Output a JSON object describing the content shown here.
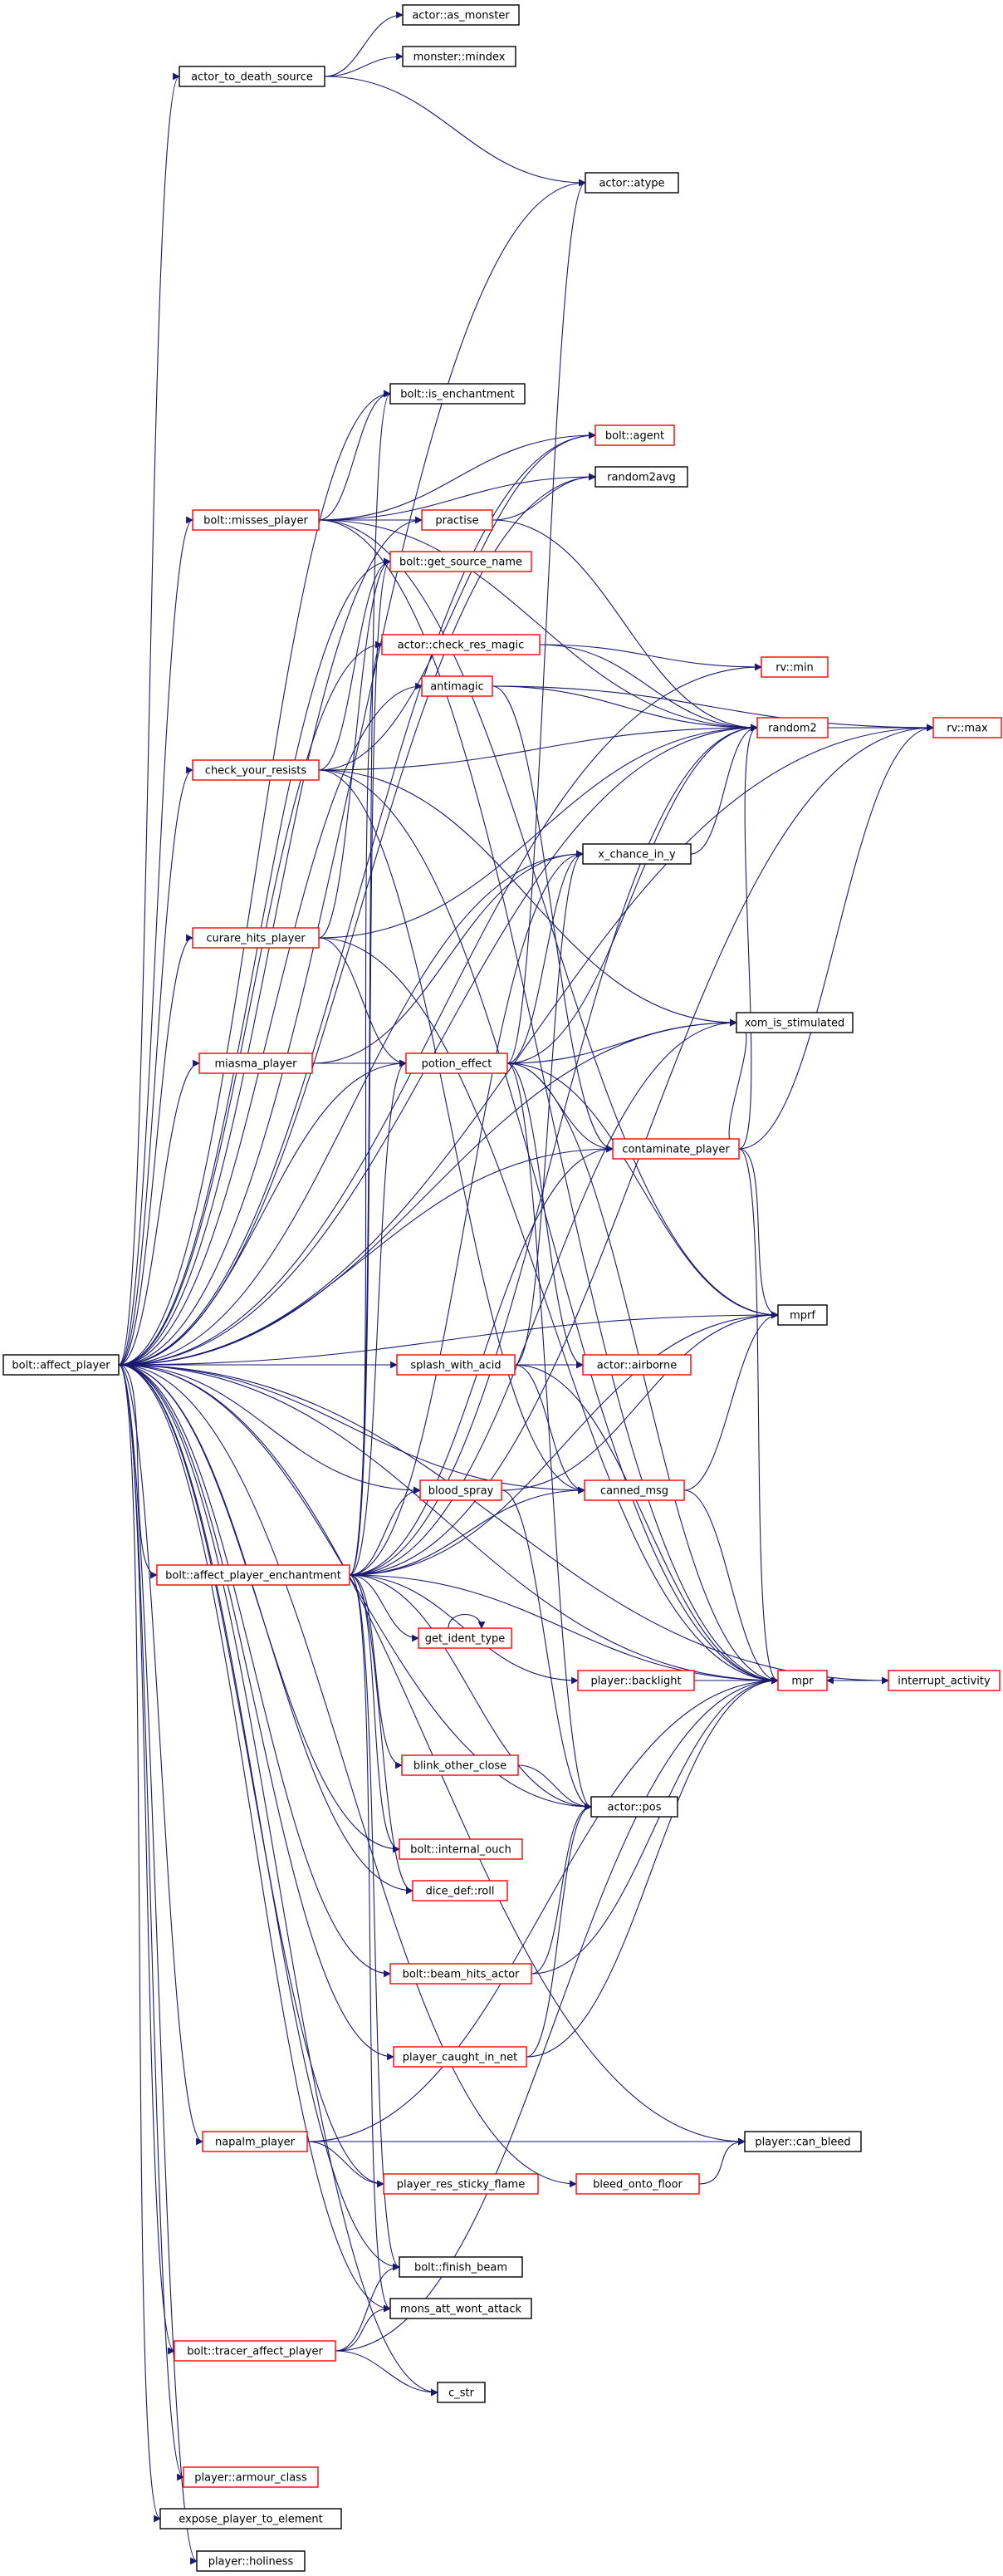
{
  "colors": {
    "edge": "#191970",
    "border_red": "#ff0000",
    "border_black": "#000000",
    "root_fill": "#bfbfbf"
  },
  "nodes": [
    {
      "id": "affect_player",
      "label": "bolt::affect_player",
      "border": "black",
      "fill": "grey"
    },
    {
      "id": "actor_to_death_source",
      "label": "actor_to_death_source",
      "border": "black"
    },
    {
      "id": "as_monster",
      "label": "actor::as_monster",
      "border": "black"
    },
    {
      "id": "mindex",
      "label": "monster::mindex",
      "border": "black"
    },
    {
      "id": "atype",
      "label": "actor::atype",
      "border": "black"
    },
    {
      "id": "is_enchantment",
      "label": "bolt::is_enchantment",
      "border": "black"
    },
    {
      "id": "agent",
      "label": "bolt::agent",
      "border": "red"
    },
    {
      "id": "random2avg",
      "label": "random2avg",
      "border": "black"
    },
    {
      "id": "misses_player",
      "label": "bolt::misses_player",
      "border": "red"
    },
    {
      "id": "practise",
      "label": "practise",
      "border": "red"
    },
    {
      "id": "get_source_name",
      "label": "bolt::get_source_name",
      "border": "red"
    },
    {
      "id": "check_res_magic",
      "label": "actor::check_res_magic",
      "border": "red"
    },
    {
      "id": "rv_min",
      "label": "rv::min",
      "border": "red"
    },
    {
      "id": "antimagic",
      "label": "antimagic",
      "border": "red"
    },
    {
      "id": "random2",
      "label": "random2",
      "border": "red"
    },
    {
      "id": "rv_max",
      "label": "rv::max",
      "border": "red"
    },
    {
      "id": "check_your_resists",
      "label": "check_your_resists",
      "border": "red"
    },
    {
      "id": "x_chance_in_y",
      "label": "x_chance_in_y",
      "border": "black"
    },
    {
      "id": "curare_hits_player",
      "label": "curare_hits_player",
      "border": "red"
    },
    {
      "id": "xom_is_stimulated",
      "label": "xom_is_stimulated",
      "border": "black"
    },
    {
      "id": "miasma_player",
      "label": "miasma_player",
      "border": "red"
    },
    {
      "id": "potion_effect",
      "label": "potion_effect",
      "border": "red"
    },
    {
      "id": "contaminate_player",
      "label": "contaminate_player",
      "border": "red"
    },
    {
      "id": "mprf",
      "label": "mprf",
      "border": "black"
    },
    {
      "id": "splash_with_acid",
      "label": "splash_with_acid",
      "border": "red"
    },
    {
      "id": "airborne",
      "label": "actor::airborne",
      "border": "red"
    },
    {
      "id": "blood_spray",
      "label": "blood_spray",
      "border": "red"
    },
    {
      "id": "canned_msg",
      "label": "canned_msg",
      "border": "red"
    },
    {
      "id": "affect_player_enchantment",
      "label": "bolt::affect_player_enchantment",
      "border": "red"
    },
    {
      "id": "get_ident_type",
      "label": "get_ident_type",
      "border": "red"
    },
    {
      "id": "backlight",
      "label": "player::backlight",
      "border": "red"
    },
    {
      "id": "mpr",
      "label": "mpr",
      "border": "red"
    },
    {
      "id": "interrupt_activity",
      "label": "interrupt_activity",
      "border": "red"
    },
    {
      "id": "blink_other_close",
      "label": "blink_other_close",
      "border": "red"
    },
    {
      "id": "actor_pos",
      "label": "actor::pos",
      "border": "black"
    },
    {
      "id": "internal_ouch",
      "label": "bolt::internal_ouch",
      "border": "red"
    },
    {
      "id": "dice_def_roll",
      "label": "dice_def::roll",
      "border": "red"
    },
    {
      "id": "beam_hits_actor",
      "label": "bolt::beam_hits_actor",
      "border": "red"
    },
    {
      "id": "player_caught_in_net",
      "label": "player_caught_in_net",
      "border": "red"
    },
    {
      "id": "napalm_player",
      "label": "napalm_player",
      "border": "red"
    },
    {
      "id": "can_bleed",
      "label": "player::can_bleed",
      "border": "black"
    },
    {
      "id": "sticky_flame",
      "label": "player_res_sticky_flame",
      "border": "red"
    },
    {
      "id": "bleed_onto_floor",
      "label": "bleed_onto_floor",
      "border": "red"
    },
    {
      "id": "finish_beam",
      "label": "bolt::finish_beam",
      "border": "black"
    },
    {
      "id": "mons_att_wont_attack",
      "label": "mons_att_wont_attack",
      "border": "black"
    },
    {
      "id": "tracer_affect_player",
      "label": "bolt::tracer_affect_player",
      "border": "red"
    },
    {
      "id": "c_str",
      "label": "c_str",
      "border": "black"
    },
    {
      "id": "armour_class",
      "label": "player::armour_class",
      "border": "red"
    },
    {
      "id": "expose_player",
      "label": "expose_player_to_element",
      "border": "black"
    },
    {
      "id": "holiness",
      "label": "player::holiness",
      "border": "black"
    }
  ],
  "edges": [
    [
      "affect_player",
      "actor_to_death_source"
    ],
    [
      "affect_player",
      "atype"
    ],
    [
      "affect_player",
      "rv_max"
    ],
    [
      "affect_player",
      "agent"
    ],
    [
      "affect_player",
      "rv_min"
    ],
    [
      "affect_player",
      "is_enchantment"
    ],
    [
      "affect_player",
      "random2avg"
    ],
    [
      "affect_player",
      "misses_player"
    ],
    [
      "affect_player",
      "practise"
    ],
    [
      "affect_player",
      "get_source_name"
    ],
    [
      "affect_player",
      "check_res_magic"
    ],
    [
      "affect_player",
      "antimagic"
    ],
    [
      "affect_player",
      "random2"
    ],
    [
      "affect_player",
      "check_your_resists"
    ],
    [
      "affect_player",
      "x_chance_in_y"
    ],
    [
      "affect_player",
      "curare_hits_player"
    ],
    [
      "affect_player",
      "xom_is_stimulated"
    ],
    [
      "affect_player",
      "miasma_player"
    ],
    [
      "affect_player",
      "potion_effect"
    ],
    [
      "affect_player",
      "contaminate_player"
    ],
    [
      "affect_player",
      "mprf"
    ],
    [
      "affect_player",
      "splash_with_acid"
    ],
    [
      "affect_player",
      "airborne"
    ],
    [
      "affect_player",
      "blood_spray"
    ],
    [
      "affect_player",
      "canned_msg"
    ],
    [
      "affect_player",
      "affect_player_enchantment"
    ],
    [
      "affect_player",
      "mpr"
    ],
    [
      "affect_player",
      "internal_ouch"
    ],
    [
      "affect_player",
      "dice_def_roll"
    ],
    [
      "affect_player",
      "actor_pos"
    ],
    [
      "affect_player",
      "beam_hits_actor"
    ],
    [
      "affect_player",
      "player_caught_in_net"
    ],
    [
      "affect_player",
      "napalm_player"
    ],
    [
      "affect_player",
      "can_bleed"
    ],
    [
      "affect_player",
      "sticky_flame"
    ],
    [
      "affect_player",
      "bleed_onto_floor"
    ],
    [
      "affect_player",
      "finish_beam"
    ],
    [
      "affect_player",
      "mons_att_wont_attack"
    ],
    [
      "affect_player",
      "tracer_affect_player"
    ],
    [
      "affect_player",
      "c_str"
    ],
    [
      "affect_player",
      "interrupt_activity"
    ],
    [
      "affect_player",
      "armour_class"
    ],
    [
      "affect_player",
      "expose_player"
    ],
    [
      "affect_player",
      "holiness"
    ],
    [
      "actor_to_death_source",
      "as_monster"
    ],
    [
      "actor_to_death_source",
      "mindex"
    ],
    [
      "actor_to_death_source",
      "atype"
    ],
    [
      "misses_player",
      "is_enchantment"
    ],
    [
      "misses_player",
      "agent"
    ],
    [
      "misses_player",
      "random2avg"
    ],
    [
      "misses_player",
      "practise"
    ],
    [
      "misses_player",
      "random2"
    ],
    [
      "misses_player",
      "mprf"
    ],
    [
      "misses_player",
      "mpr"
    ],
    [
      "practise",
      "random2avg"
    ],
    [
      "practise",
      "random2"
    ],
    [
      "check_res_magic",
      "rv_min"
    ],
    [
      "check_res_magic",
      "random2"
    ],
    [
      "antimagic",
      "random2"
    ],
    [
      "antimagic",
      "rv_max"
    ],
    [
      "antimagic",
      "contaminate_player"
    ],
    [
      "check_your_resists",
      "random2"
    ],
    [
      "check_your_resists",
      "xom_is_stimulated"
    ],
    [
      "check_your_resists",
      "get_source_name"
    ],
    [
      "check_your_resists",
      "agent"
    ],
    [
      "check_your_resists",
      "canned_msg"
    ],
    [
      "check_your_resists",
      "mpr"
    ],
    [
      "curare_hits_player",
      "random2"
    ],
    [
      "curare_hits_player",
      "potion_effect"
    ],
    [
      "curare_hits_player",
      "get_source_name"
    ],
    [
      "curare_hits_player",
      "mpr"
    ],
    [
      "miasma_player",
      "x_chance_in_y"
    ],
    [
      "miasma_player",
      "potion_effect"
    ],
    [
      "potion_effect",
      "x_chance_in_y"
    ],
    [
      "potion_effect",
      "xom_is_stimulated"
    ],
    [
      "potion_effect",
      "contaminate_player"
    ],
    [
      "potion_effect",
      "random2"
    ],
    [
      "potion_effect",
      "mprf"
    ],
    [
      "potion_effect",
      "mpr"
    ],
    [
      "potion_effect",
      "atype"
    ],
    [
      "potion_effect",
      "actor_pos"
    ],
    [
      "potion_effect",
      "airborne"
    ],
    [
      "contaminate_player",
      "random2"
    ],
    [
      "contaminate_player",
      "xom_is_stimulated"
    ],
    [
      "contaminate_player",
      "mprf"
    ],
    [
      "contaminate_player",
      "mpr"
    ],
    [
      "contaminate_player",
      "rv_max"
    ],
    [
      "random2",
      "rv_max"
    ],
    [
      "x_chance_in_y",
      "random2"
    ],
    [
      "splash_with_acid",
      "x_chance_in_y"
    ],
    [
      "splash_with_acid",
      "canned_msg"
    ],
    [
      "splash_with_acid",
      "mpr"
    ],
    [
      "blood_spray",
      "mprf"
    ],
    [
      "blood_spray",
      "actor_pos"
    ],
    [
      "canned_msg",
      "mpr"
    ],
    [
      "canned_msg",
      "mprf"
    ],
    [
      "affect_player_enchantment",
      "potion_effect"
    ],
    [
      "affect_player_enchantment",
      "get_ident_type"
    ],
    [
      "affect_player_enchantment",
      "backlight"
    ],
    [
      "affect_player_enchantment",
      "mpr"
    ],
    [
      "affect_player_enchantment",
      "blink_other_close"
    ],
    [
      "affect_player_enchantment",
      "actor_pos"
    ],
    [
      "affect_player_enchantment",
      "internal_ouch"
    ],
    [
      "affect_player_enchantment",
      "dice_def_roll"
    ],
    [
      "affect_player_enchantment",
      "finish_beam"
    ],
    [
      "affect_player_enchantment",
      "mons_att_wont_attack"
    ],
    [
      "affect_player_enchantment",
      "canned_msg"
    ],
    [
      "affect_player_enchantment",
      "blood_spray"
    ],
    [
      "affect_player_enchantment",
      "contaminate_player"
    ],
    [
      "affect_player_enchantment",
      "x_chance_in_y"
    ],
    [
      "affect_player_enchantment",
      "xom_is_stimulated"
    ],
    [
      "affect_player_enchantment",
      "rv_max"
    ],
    [
      "affect_player_enchantment",
      "random2"
    ],
    [
      "affect_player_enchantment",
      "get_source_name"
    ],
    [
      "affect_player_enchantment",
      "is_enchantment"
    ],
    [
      "affect_player_enchantment",
      "mprf"
    ],
    [
      "affect_player_enchantment",
      "check_res_magic"
    ],
    [
      "get_ident_type",
      "get_ident_type"
    ],
    [
      "backlight",
      "mpr"
    ],
    [
      "mpr",
      "interrupt_activity"
    ],
    [
      "interrupt_activity",
      "mpr"
    ],
    [
      "blink_other_close",
      "actor_pos"
    ],
    [
      "beam_hits_actor",
      "actor_pos"
    ],
    [
      "beam_hits_actor",
      "mpr"
    ],
    [
      "player_caught_in_net",
      "actor_pos"
    ],
    [
      "player_caught_in_net",
      "mpr"
    ],
    [
      "napalm_player",
      "sticky_flame"
    ],
    [
      "napalm_player",
      "can_bleed"
    ],
    [
      "napalm_player",
      "mpr"
    ],
    [
      "bleed_onto_floor",
      "can_bleed"
    ],
    [
      "tracer_affect_player",
      "finish_beam"
    ],
    [
      "tracer_affect_player",
      "mons_att_wont_attack"
    ],
    [
      "tracer_affect_player",
      "c_str"
    ],
    [
      "tracer_affect_player",
      "mpr"
    ]
  ]
}
